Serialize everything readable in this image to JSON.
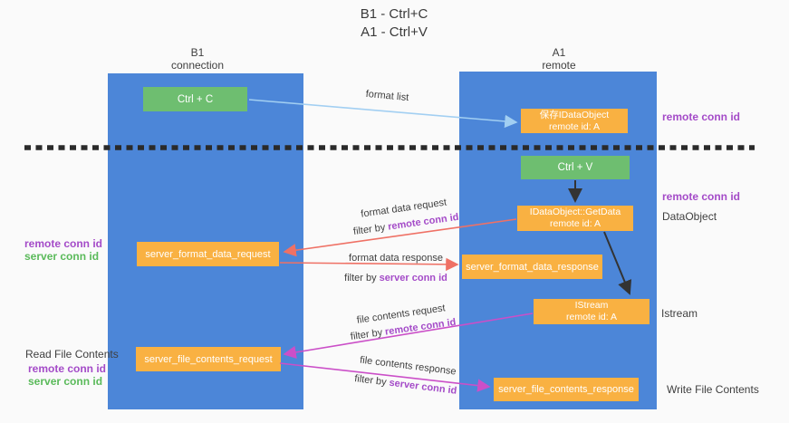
{
  "title": {
    "line1": "B1 - Ctrl+C",
    "line2": "A1 - Ctrl+V"
  },
  "lifelines": {
    "b1": {
      "name": "B1",
      "role": "connection"
    },
    "a1": {
      "name": "A1",
      "role": "remote"
    }
  },
  "nodes": {
    "ctrl_c": {
      "label": "Ctrl + C"
    },
    "ctrl_v": {
      "label": "Ctrl + V"
    },
    "save_idataobject": {
      "line1": "保存IDataObject",
      "line2": "remote id: A"
    },
    "getdata": {
      "line1": "IDataObject::GetData",
      "line2": "remote id: A"
    },
    "istream": {
      "line1": "IStream",
      "line2": "remote id: A"
    },
    "server_format_data_request": {
      "label": "server_format_data_request"
    },
    "server_format_data_response": {
      "label": "server_format_data_response"
    },
    "server_file_contents_request": {
      "label": "server_file_contents_request"
    },
    "server_file_contents_response": {
      "label": "server_file_contents_response"
    }
  },
  "edges": {
    "format_list": {
      "label": "format list"
    },
    "format_data_request": {
      "label": "format data request",
      "filter_prefix": "filter by ",
      "filter_key": "remote conn id"
    },
    "format_data_response": {
      "label": "format data response",
      "filter_prefix": "filter by ",
      "filter_key": "server conn id"
    },
    "file_contents_request": {
      "label": "file contents request",
      "filter_prefix": "filter by ",
      "filter_key": "remote conn id"
    },
    "file_contents_response": {
      "label": "file contents response",
      "filter_prefix": "filter by ",
      "filter_key": "server conn id"
    }
  },
  "annotations": {
    "remote_conn_id_top": "remote conn id",
    "remote_conn_id_mid": "remote conn id",
    "dataobject": "DataObject",
    "istream": "Istream",
    "left_remote_conn_id_1": "remote conn id",
    "left_server_conn_id_1": "server conn id",
    "read_file_contents": "Read File Contents",
    "left_remote_conn_id_2": "remote conn id",
    "left_server_conn_id_2": "server conn id",
    "write_file_contents": "Write File Contents"
  },
  "colors": {
    "lifeline_blue": "#4c86d8",
    "action_green": "#6ebe70",
    "message_orange": "#f9b142",
    "arrow_lightblue": "#a2cff2",
    "arrow_salmon": "#ef7165",
    "arrow_magenta": "#cb4fc8",
    "arrow_black": "#333333",
    "text_purple": "#a44bc8",
    "text_green": "#5aba5a",
    "text_dark": "#3f3f3f"
  }
}
